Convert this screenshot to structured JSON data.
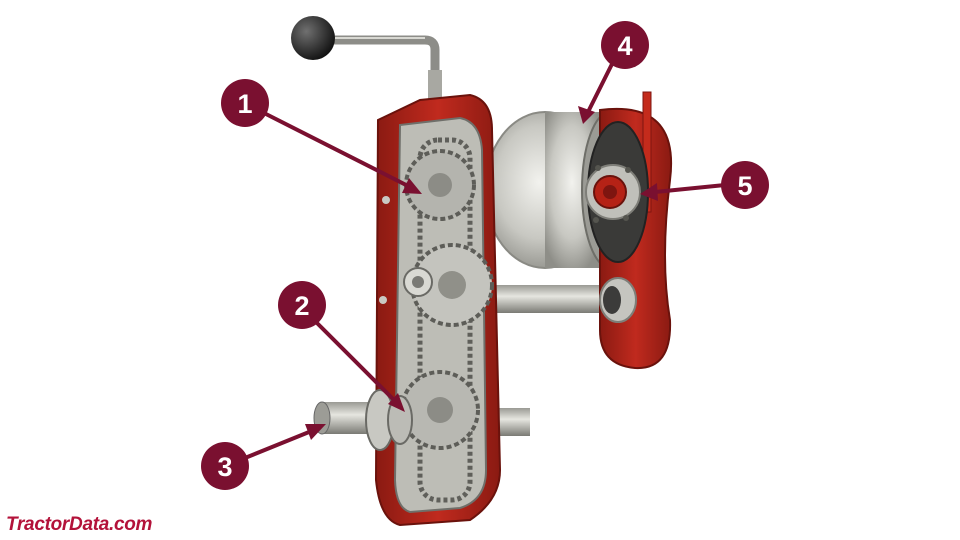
{
  "diagram": {
    "callouts": [
      {
        "id": "1",
        "label": "1"
      },
      {
        "id": "2",
        "label": "2"
      },
      {
        "id": "3",
        "label": "3"
      },
      {
        "id": "4",
        "label": "4"
      },
      {
        "id": "5",
        "label": "5"
      }
    ],
    "colors": {
      "callout": "#7a1030",
      "housing": "#b3241a",
      "housing_dark": "#7e1510",
      "metal": "#c9c9c5",
      "metal_dark": "#8f8f8a",
      "gear": "#b8b8b2"
    }
  },
  "footer": {
    "watermark": "TractorData.com"
  }
}
